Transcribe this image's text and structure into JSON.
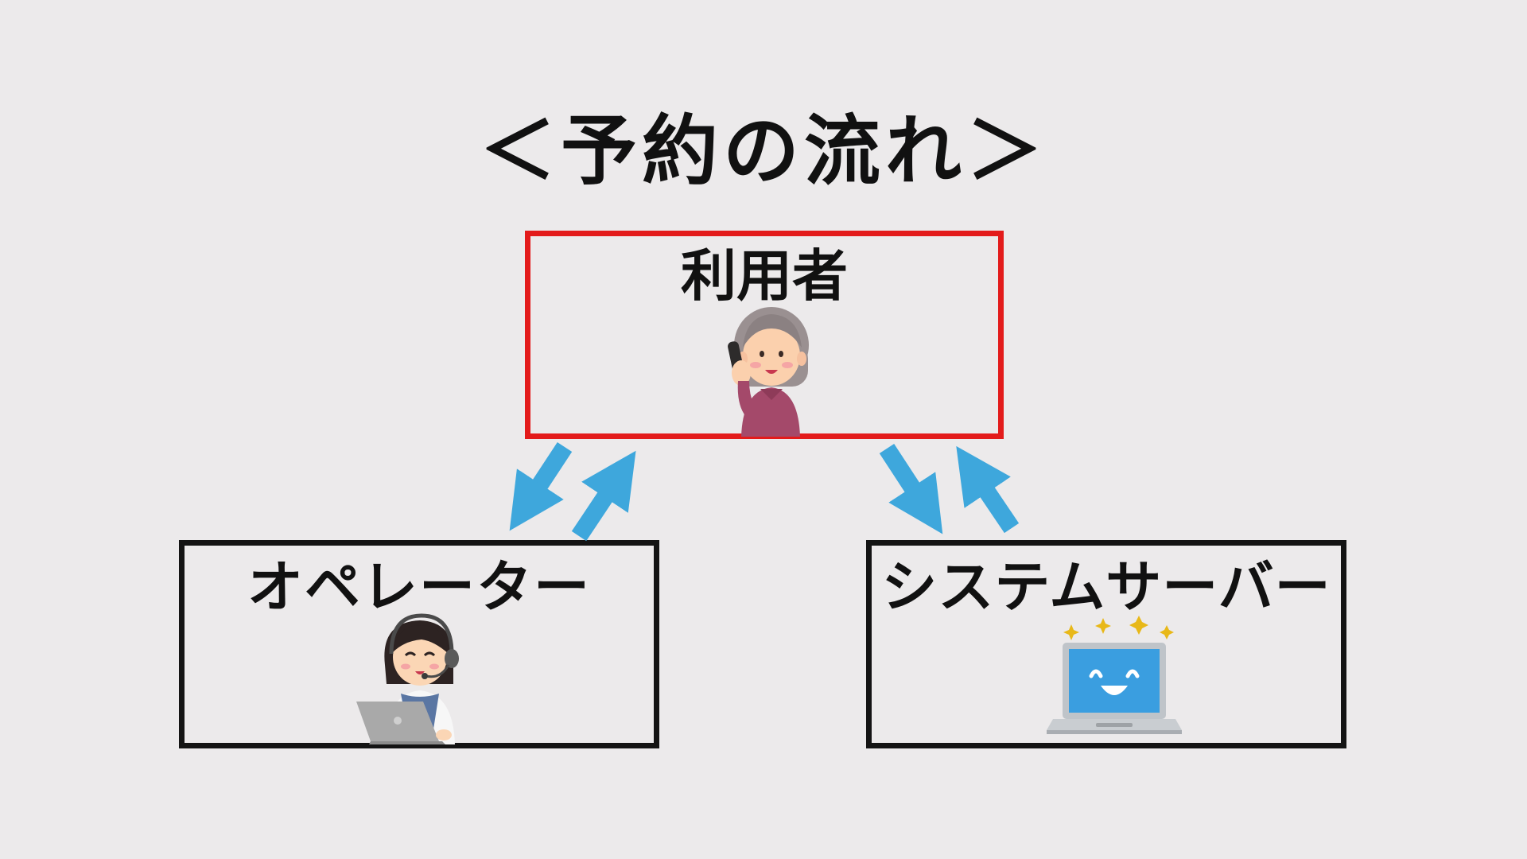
{
  "title": "＜予約の流れ＞",
  "nodes": {
    "user": {
      "label": "利用者",
      "border_color": "#e31b1b",
      "icon": "elderly-woman-phone-icon"
    },
    "operator": {
      "label": "オペレーター",
      "border_color": "#141414",
      "icon": "operator-headset-laptop-icon"
    },
    "system": {
      "label": "システムサーバー",
      "border_color": "#141414",
      "icon": "smiling-laptop-icon"
    }
  },
  "edges": [
    {
      "from": "user",
      "to": "operator",
      "direction": "bidirectional"
    },
    {
      "from": "user",
      "to": "system",
      "direction": "bidirectional"
    }
  ],
  "colors": {
    "background": "#eceaeb",
    "arrow": "#3ea7dc",
    "accent_red": "#e31b1b"
  }
}
